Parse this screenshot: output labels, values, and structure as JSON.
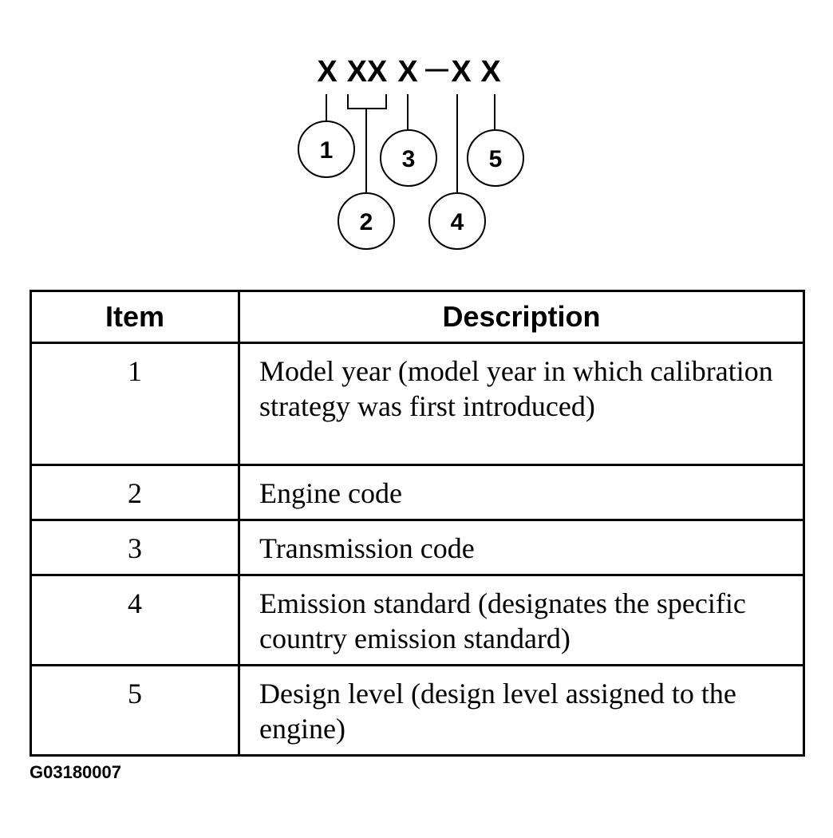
{
  "diagram": {
    "code_chars": [
      "X",
      "XX",
      "X",
      "X",
      "X"
    ],
    "callouts": [
      "1",
      "2",
      "3",
      "4",
      "5"
    ]
  },
  "table": {
    "headers": {
      "item": "Item",
      "description": "Description"
    },
    "rows": [
      {
        "item": "1",
        "description": "Model year (model year in which calibration strategy was first introduced)"
      },
      {
        "item": "2",
        "description": "Engine code"
      },
      {
        "item": "3",
        "description": "Transmission code"
      },
      {
        "item": "4",
        "description": "Emission standard (designates the specific country emission standard)"
      },
      {
        "item": "5",
        "description": "Design level (design level assigned to the engine)"
      }
    ]
  },
  "figure_id": "G03180007"
}
